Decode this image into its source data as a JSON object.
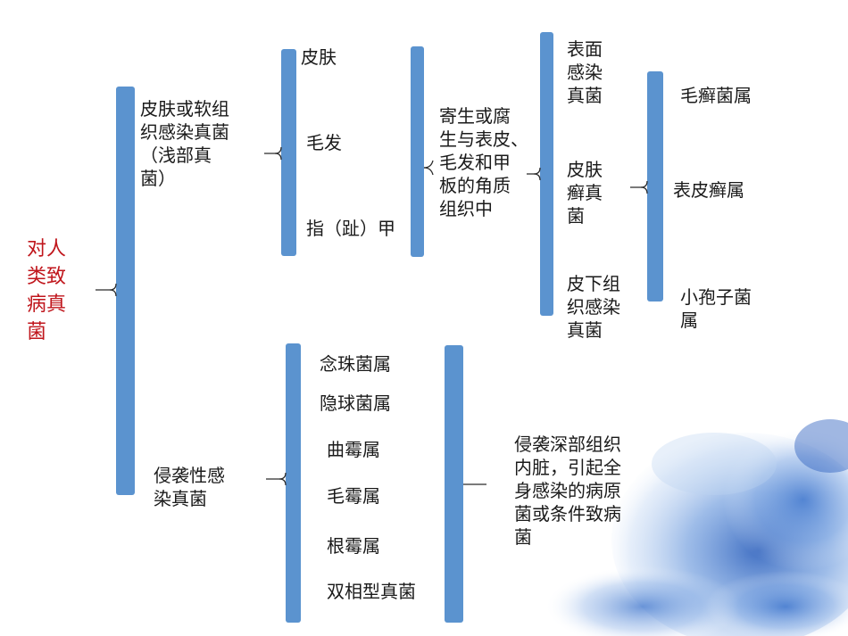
{
  "root": {
    "lines": [
      "对人",
      "类致",
      "病真",
      "菌"
    ]
  },
  "superficial": {
    "lines": [
      "皮肤或软组",
      "织感染真菌",
      "（浅部真",
      "菌）"
    ]
  },
  "invasive": {
    "lines": [
      "侵袭性感",
      "染真菌"
    ]
  },
  "sites": {
    "skin": "皮肤",
    "hair": "毛发",
    "nail": "指（趾）甲"
  },
  "sites_desc": {
    "lines": [
      "寄生或腐",
      "生与表皮、",
      "毛发和甲",
      "板的角质",
      "组织中"
    ]
  },
  "infection_types": {
    "surface": {
      "lines": [
        "表面",
        "感染",
        "真菌"
      ]
    },
    "dermatophyte": {
      "lines": [
        "皮肤",
        "癣真",
        "菌"
      ]
    },
    "subcutaneous": {
      "lines": [
        "皮下组",
        "织感染",
        "真菌"
      ]
    }
  },
  "genera": {
    "trichophyton": "毛癣菌属",
    "epidermophyton": "表皮癣属",
    "microsporum": {
      "lines": [
        "小孢子菌",
        "属"
      ]
    }
  },
  "invasive_genera": [
    "念珠菌属",
    "隐球菌属",
    "曲霉属",
    "毛霉属",
    "根霉属",
    "双相型真菌"
  ],
  "invasive_desc": {
    "lines": [
      "侵袭深部组织",
      "内脏，引起全",
      "身感染的病原",
      "菌或条件致病",
      "菌"
    ]
  },
  "colors": {
    "bracket": "#5b93cf",
    "root_text": "#c0161c",
    "watercolor": "#2f66c4"
  }
}
